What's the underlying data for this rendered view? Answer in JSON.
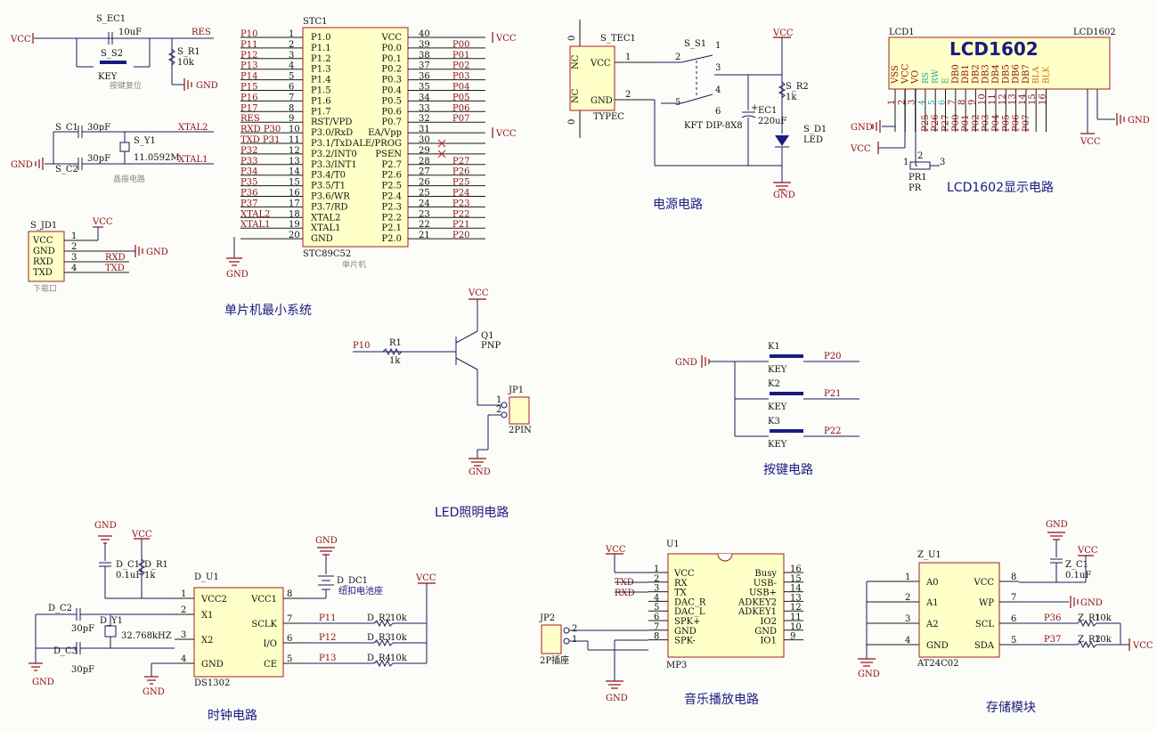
{
  "titles": {
    "mcu": "单片机最小系统",
    "power": "电源电路",
    "lcd": "LCD1602显示电路",
    "led": "LED照明电路",
    "keys": "按键电路",
    "clock": "时钟电路",
    "music": "音乐播放电路",
    "storage": "存储模块"
  },
  "reset": {
    "vcc": "VCC",
    "cap_ref": "S_EC1",
    "cap_val": "10uF",
    "key_ref": "S_S2",
    "key_val": "KEY",
    "res_ref": "S_R1",
    "res_val": "10k",
    "net": "RES",
    "gnd": "GND",
    "note": "按键复位"
  },
  "crystal": {
    "c1_ref": "S_C1",
    "c1_val": "30pF",
    "c2_ref": "S_C2",
    "c2_val": "30pF",
    "y_ref": "S_Y1",
    "y_val": "11.0592M",
    "net1": "XTAL2",
    "net2": "XTAL1",
    "gnd": "GND",
    "note": "晶振电路"
  },
  "download": {
    "ref": "S_JD1",
    "pins": [
      "VCC",
      "GND",
      "RXD",
      "TXD"
    ],
    "nums": [
      "1",
      "2",
      "3",
      "4"
    ],
    "vcc": "VCC",
    "gnd": "GND",
    "net_rxd": "RXD",
    "net_txd": "TXD",
    "note": "下载口"
  },
  "mcu": {
    "ref": "STC1",
    "part": "STC89C52",
    "note": "单片机",
    "left_nets": [
      "P10",
      "P11",
      "P12",
      "P13",
      "P14",
      "P15",
      "P16",
      "P17",
      "RES",
      "RXD P30",
      "TXD P31",
      "P32",
      "P33",
      "P34",
      "P35",
      "P36",
      "P37",
      "XTAL2",
      "XTAL1",
      ""
    ],
    "left_nums": [
      "1",
      "2",
      "3",
      "4",
      "5",
      "6",
      "7",
      "8",
      "9",
      "10",
      "11",
      "12",
      "13",
      "14",
      "15",
      "16",
      "17",
      "18",
      "19",
      "20"
    ],
    "left_names": [
      "P1.0",
      "P1.1",
      "P1.2",
      "P1.3",
      "P1.4",
      "P1.5",
      "P1.6",
      "P1.7",
      "RST/VPD",
      "P3.0/RxD",
      "P3.1/TxD",
      "P3.2/INT0",
      "P3.3/INT1",
      "P3.4/T0",
      "P3.5/T1",
      "P3.6/WR",
      "P3.7/RD",
      "XTAL2",
      "XTAL1",
      "GND"
    ],
    "right_names": [
      "VCC",
      "P0.0",
      "P0.1",
      "P0.2",
      "P0.3",
      "P0.4",
      "P0.5",
      "P0.6",
      "P0.7",
      "EA/Vpp",
      "ALE/PROG",
      "PSEN",
      "P2.7",
      "P2.6",
      "P2.5",
      "P2.4",
      "P2.3",
      "P2.2",
      "P2.1",
      "P2.0"
    ],
    "right_nums": [
      "40",
      "39",
      "38",
      "37",
      "36",
      "35",
      "34",
      "33",
      "32",
      "31",
      "30",
      "29",
      "28",
      "27",
      "26",
      "25",
      "24",
      "23",
      "22",
      "21"
    ],
    "right_nets": [
      "VCC",
      "P00",
      "P01",
      "P02",
      "P03",
      "P04",
      "P05",
      "P06",
      "P07",
      "VCC",
      "",
      "",
      "P27",
      "P26",
      "P25",
      "P24",
      "P23",
      "P22",
      "P21",
      "P20"
    ],
    "gnd": "GND"
  },
  "power": {
    "tec_ref": "S_TEC1",
    "tec_part": "TYPEC",
    "tec_pins": [
      "VCC",
      "GND"
    ],
    "tec_nc": [
      "NC",
      "NC"
    ],
    "tec_nums": [
      "1",
      "2"
    ],
    "tec_zero": [
      "0",
      "0"
    ],
    "sw_ref": "S_S1",
    "sw_part": "KFT DIP-8X8",
    "sw_nums": [
      "1",
      "2",
      "3",
      "4",
      "5",
      "6"
    ],
    "cap_ref": "EC1",
    "cap_val": "220uF",
    "res_ref": "S_R2",
    "res_val": "1k",
    "led_ref": "S_D1",
    "led_val": "LED",
    "vcc": "VCC",
    "gnd": "GND",
    "plus": "+"
  },
  "lcd": {
    "ref": "LCD1",
    "part": "LCD1602",
    "label": "LCD1602",
    "pin_names": [
      "VSS",
      "VCC",
      "VO",
      "RS",
      "RW",
      "E",
      "DB0",
      "DB1",
      "DB2",
      "DB3",
      "DB4",
      "DB5",
      "DB6",
      "DB7",
      "BLA",
      "BLK"
    ],
    "pin_nums": [
      "1",
      "2",
      "3",
      "4",
      "5",
      "6",
      "7",
      "8",
      "9",
      "10",
      "11",
      "12",
      "13",
      "14",
      "15",
      "16"
    ],
    "nets": [
      "",
      "",
      "",
      "P25",
      "P26",
      "P27",
      "P00",
      "P01",
      "P02",
      "P03",
      "P04",
      "P05",
      "P06",
      "P07",
      "",
      ""
    ],
    "pot_ref": "PR1",
    "pot_val": "PR",
    "pot_nums": [
      "1",
      "2",
      "3"
    ],
    "vcc": "VCC",
    "gnd": "GND"
  },
  "led": {
    "q_ref": "Q1",
    "q_val": "PNP",
    "r_ref": "R1",
    "r_val": "1k",
    "net": "P10",
    "jp_ref": "JP1",
    "jp_val": "2PIN",
    "jp_nums": [
      "1",
      "2"
    ],
    "vcc": "VCC",
    "gnd": "GND"
  },
  "keys": {
    "gnd": "GND",
    "items": [
      {
        "ref": "K1",
        "val": "KEY",
        "net": "P20"
      },
      {
        "ref": "K2",
        "val": "KEY",
        "net": "P21"
      },
      {
        "ref": "K3",
        "val": "KEY",
        "net": "P22"
      }
    ]
  },
  "clock": {
    "ref": "D_U1",
    "part": "DS1302",
    "left_names": [
      "VCC2",
      "X1",
      "X2",
      "GND"
    ],
    "left_nums": [
      "1",
      "2",
      "3",
      "4"
    ],
    "right_names": [
      "VCC1",
      "SCLK",
      "I/O",
      "CE"
    ],
    "right_nums": [
      "8",
      "7",
      "6",
      "5"
    ],
    "nets": [
      "P11",
      "P12",
      "P13"
    ],
    "res_refs": [
      "D_R2",
      "D_R3",
      "D_R4"
    ],
    "res_vals": [
      "10k",
      "10k",
      "10k"
    ],
    "c1_ref": "D_C1",
    "c1_val": "0.1uF",
    "r1_ref": "D_R1",
    "r1_val": "1k",
    "c2_ref": "D_C2",
    "c2_val": "30pF",
    "c3_ref": "D_C3",
    "c3_val": "30pF",
    "y_ref": "D_Y1",
    "y_val": "32.768kHZ",
    "bat_ref": "D_DC1",
    "bat_val": "纽扣电池座",
    "vcc": "VCC",
    "gnd": "GND"
  },
  "music": {
    "ref": "U1",
    "part": "MP3",
    "left_names": [
      "VCC",
      "RX",
      "TX",
      "DAC_R",
      "DAC_L",
      "SPK+",
      "GND",
      "SPK-"
    ],
    "left_nums": [
      "1",
      "2",
      "3",
      "4",
      "5",
      "6",
      "7",
      "8"
    ],
    "right_names": [
      "Busy",
      "USB-",
      "USB+",
      "ADKEY2",
      "ADKEY1",
      "IO2",
      "GND",
      "IO1"
    ],
    "right_nums": [
      "16",
      "15",
      "14",
      "13",
      "12",
      "11",
      "10",
      "9"
    ],
    "nets": [
      "TXD",
      "RXD"
    ],
    "jp_ref": "JP2",
    "jp_val": "2P插座",
    "jp_nums": [
      "2",
      "1"
    ],
    "vcc": "VCC",
    "gnd": "GND"
  },
  "storage": {
    "ref": "Z_U1",
    "part": "AT24C02",
    "left_names": [
      "A0",
      "A1",
      "A2",
      "GND"
    ],
    "left_nums": [
      "1",
      "2",
      "3",
      "4"
    ],
    "right_names": [
      "VCC",
      "WP",
      "SCL",
      "SDA"
    ],
    "right_nums": [
      "8",
      "7",
      "6",
      "5"
    ],
    "nets": [
      "P36",
      "P37"
    ],
    "res_refs": [
      "Z_R1",
      "Z_R2"
    ],
    "res_vals": [
      "10k",
      "10k"
    ],
    "c_ref": "Z_C1",
    "c_val": "0.1uF",
    "vcc": "VCC",
    "gnd": "GND"
  }
}
